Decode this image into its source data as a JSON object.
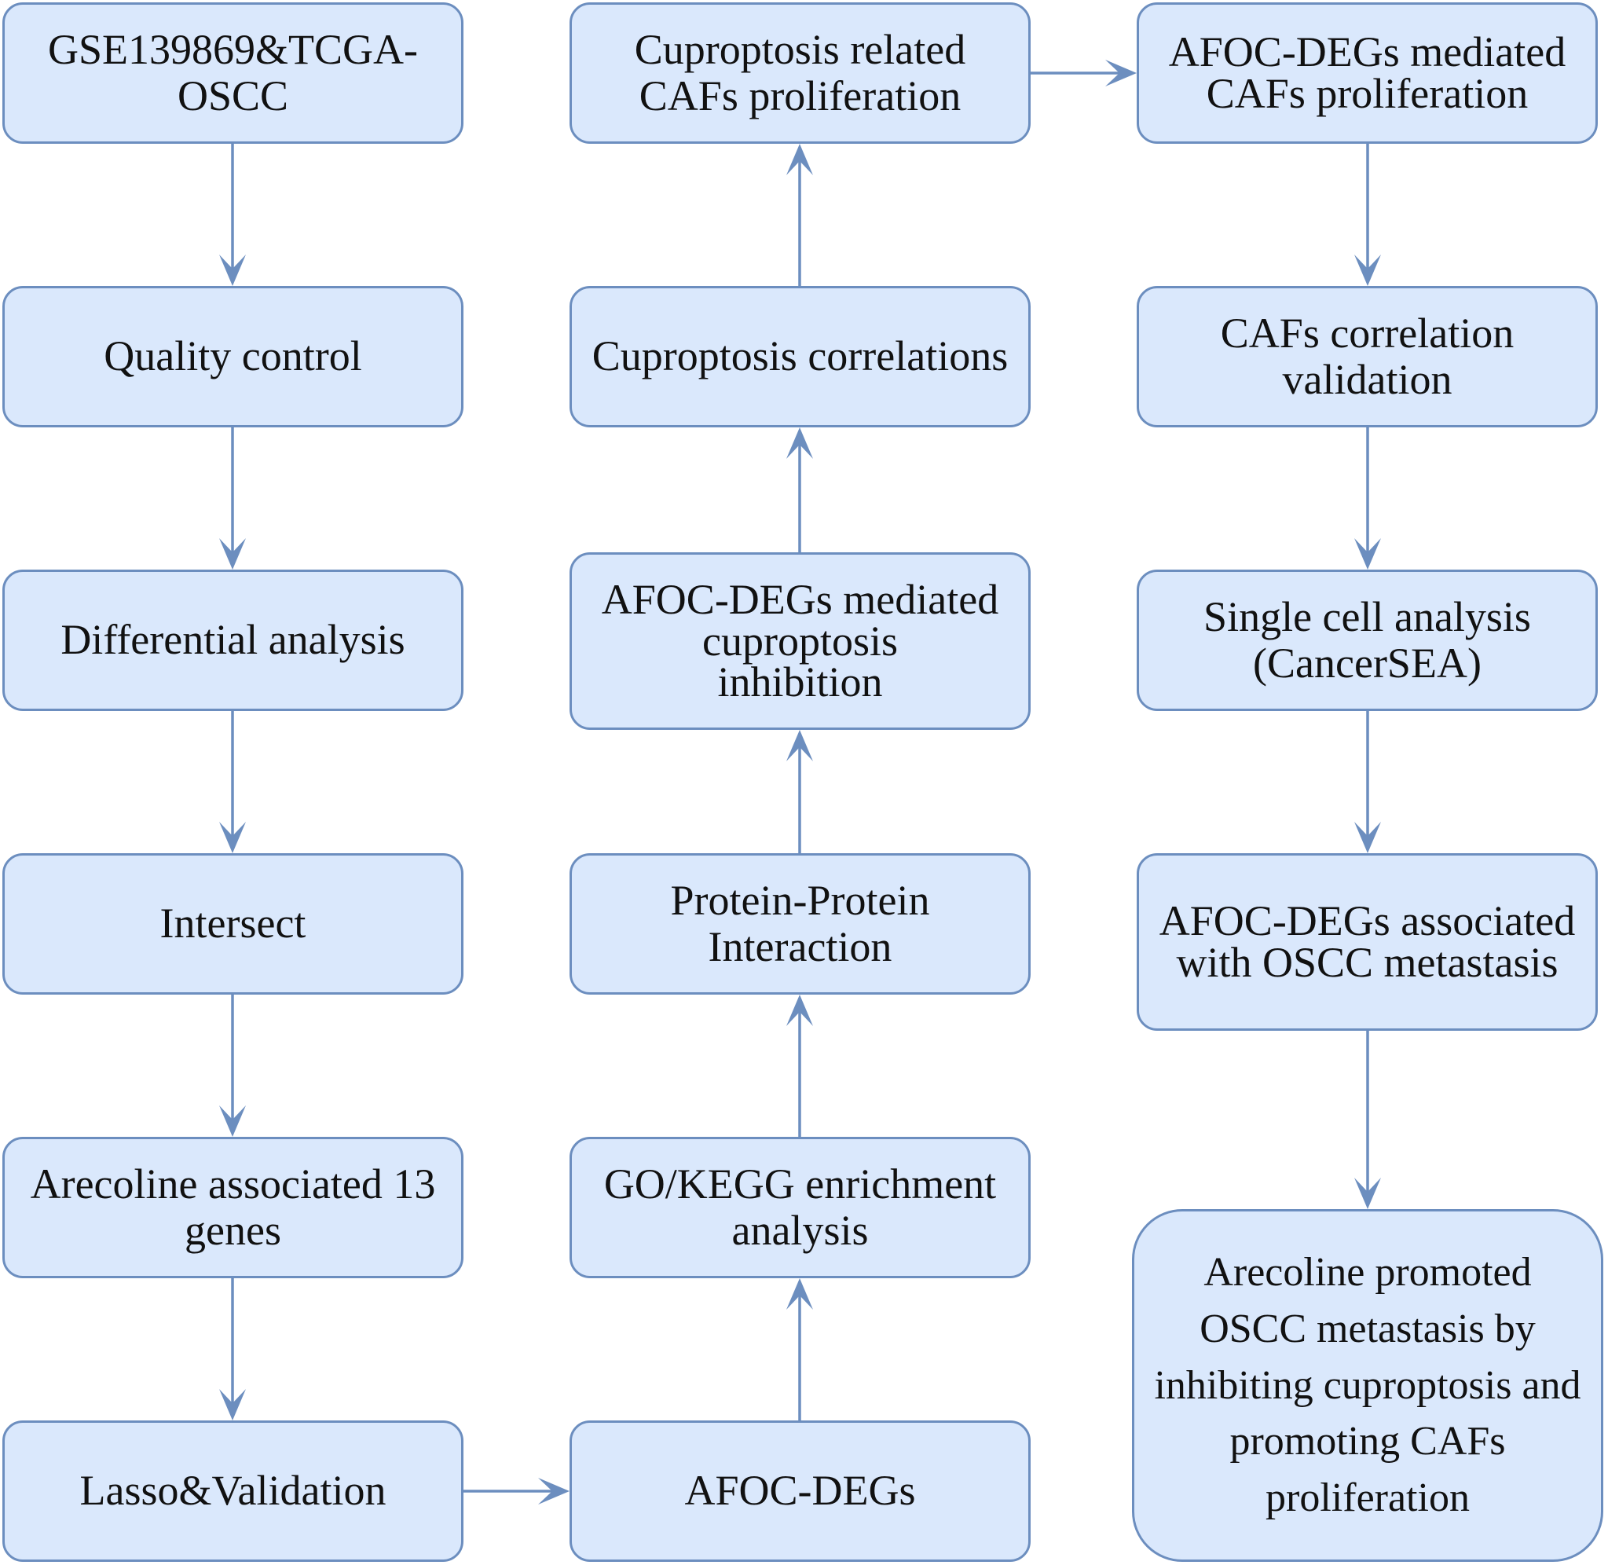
{
  "nodes": {
    "n_gse": "GSE139869&TCGA-\nOSCC",
    "n_qc": "Quality control",
    "n_diff": "Differential analysis",
    "n_intersect": "Intersect",
    "n_arecoline13": "Arecoline associated 13\ngenes",
    "n_lasso": "Lasso&Validation",
    "n_afoc": "AFOC-DEGs",
    "n_gokegg": "GO/KEGG enrichment\nanalysis",
    "n_ppi": "Protein-Protein\nInteraction",
    "n_inhibition": "AFOC-DEGs mediated\ncuproptosis\ninhibition",
    "n_correlations": "Cuproptosis correlations",
    "n_cafs_related": "Cuproptosis related\nCAFs proliferation",
    "n_afoc_cafs": "AFOC-DEGs mediated\nCAFs proliferation",
    "n_cafs_valid": "CAFs correlation\nvalidation",
    "n_single_cell": "Single cell analysis\n(CancerSEA)",
    "n_metastasis": "AFOC-DEGs associated\nwith OSCC metastasis",
    "n_conclusion": "Arecoline promoted\nOSCC metastasis by\ninhibiting cuproptosis and\npromoting CAFs\nproliferation"
  },
  "colors": {
    "box_fill": "#dae8fc",
    "box_stroke": "#6c8ebf",
    "arrow": "#6c8ebf",
    "text": "#111111"
  }
}
